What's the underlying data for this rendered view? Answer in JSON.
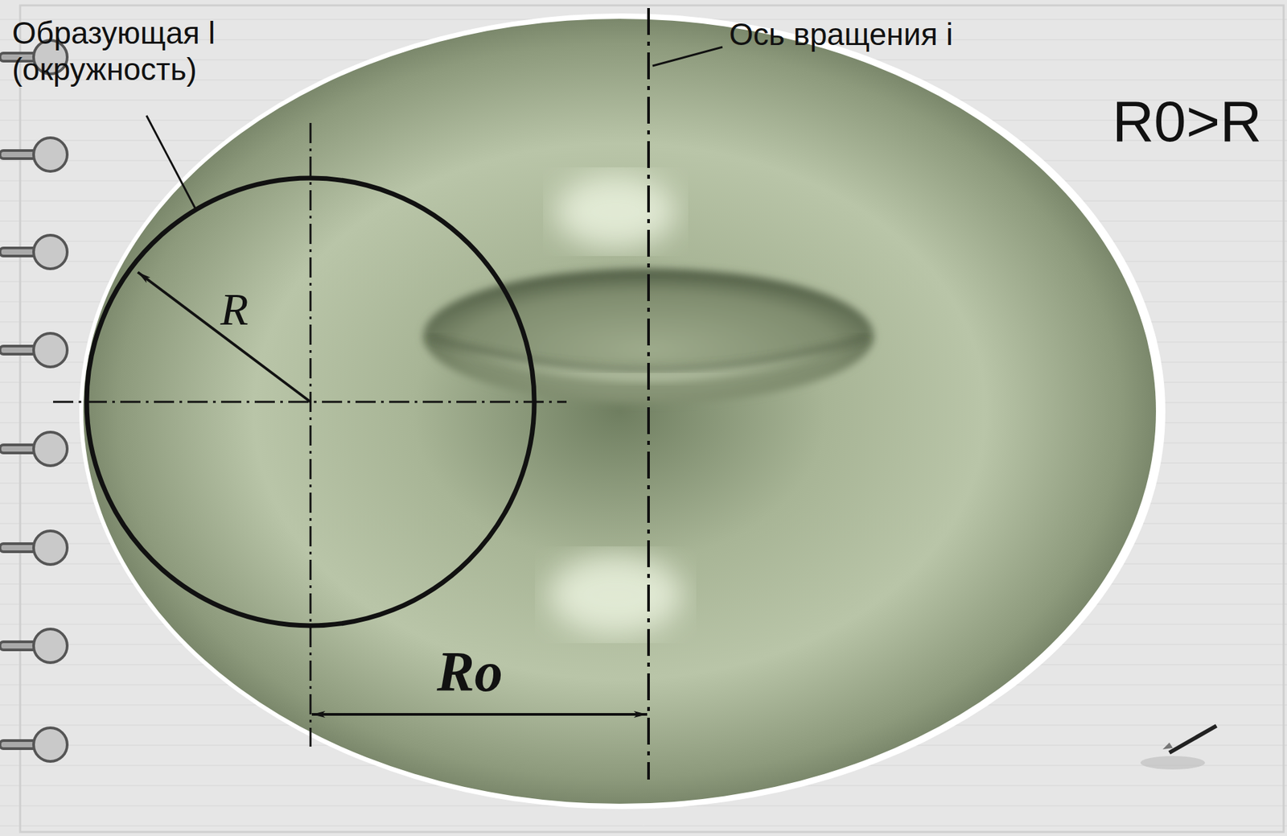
{
  "diagram": {
    "labels": [
      "Образующая l (окружность)",
      "Ось вращения i",
      "R0>R",
      "R",
      "Ro"
    ]
  }
}
